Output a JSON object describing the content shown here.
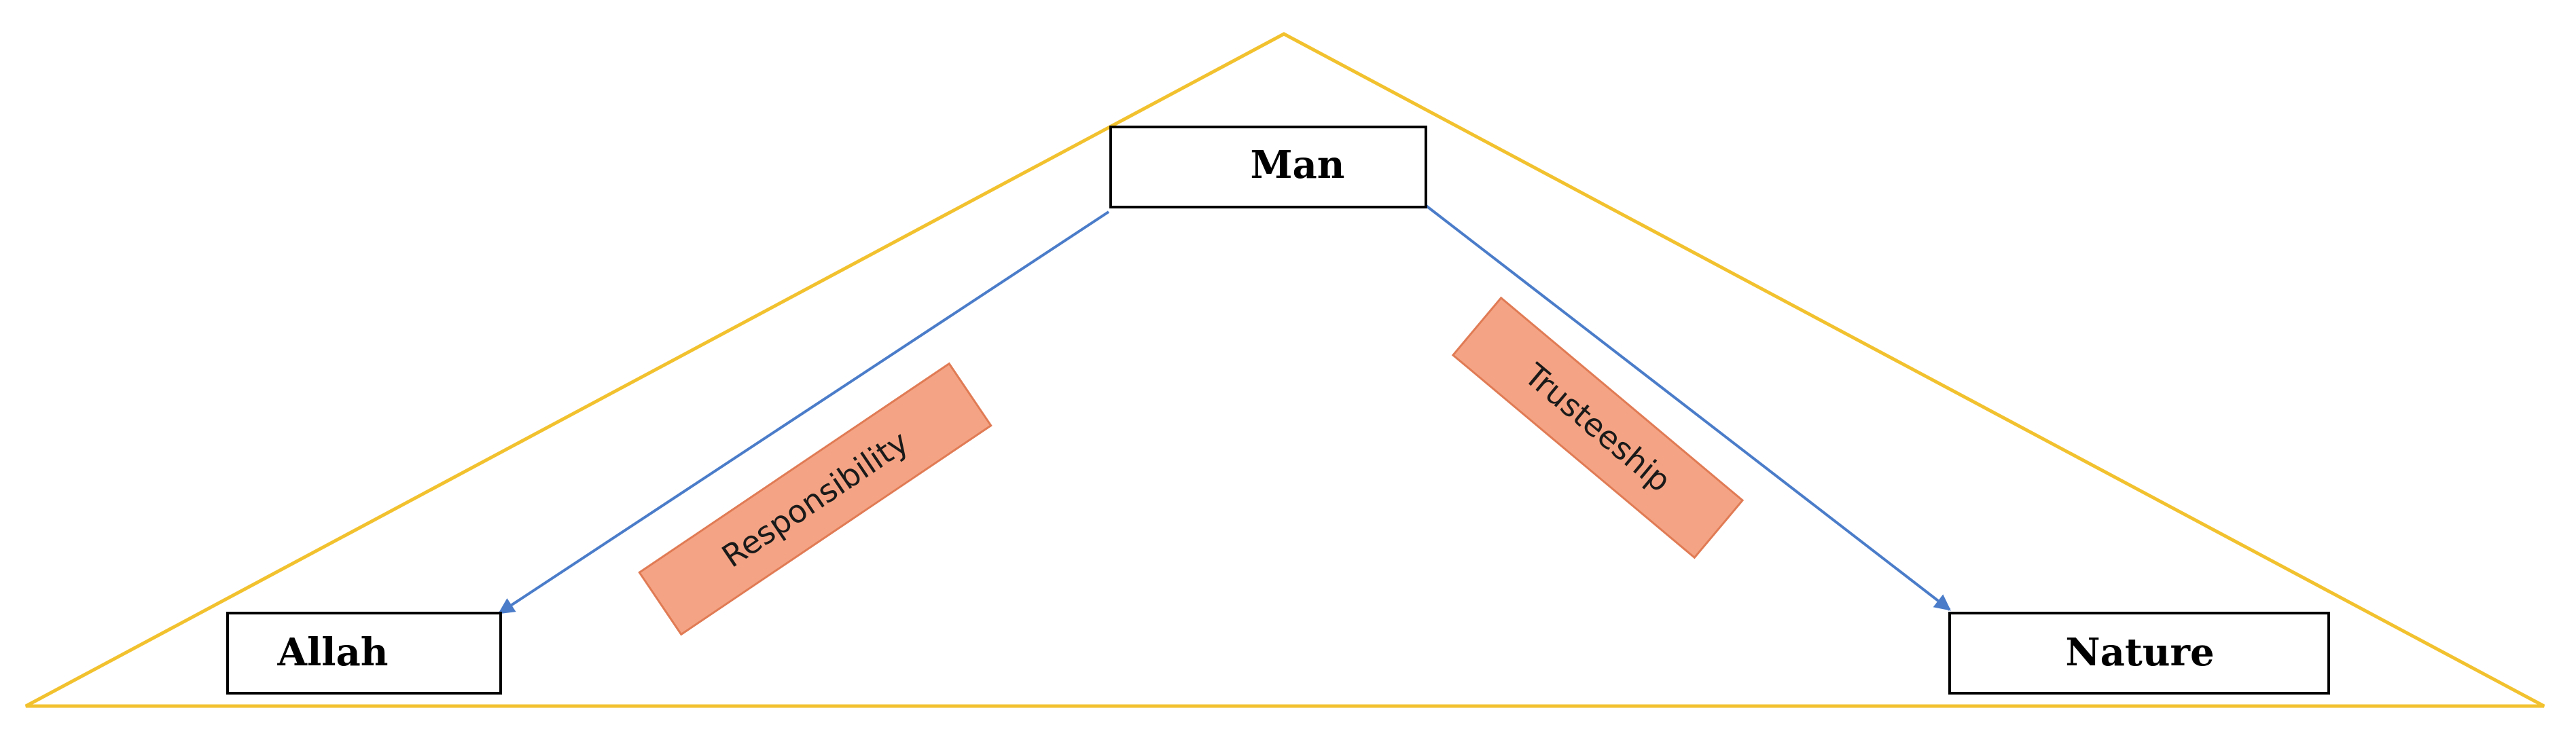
{
  "nodes": {
    "man": "Man",
    "allah": "Allah",
    "nature": "Nature"
  },
  "edges": {
    "responsibility": "Responsibility",
    "trusteeship": "Trusteeship"
  },
  "colors": {
    "triangle": "#F2C12E",
    "arrow": "#4A7CC9",
    "label_fill": "#F4A484",
    "label_stroke": "#E07B55",
    "box_stroke": "#000000"
  }
}
